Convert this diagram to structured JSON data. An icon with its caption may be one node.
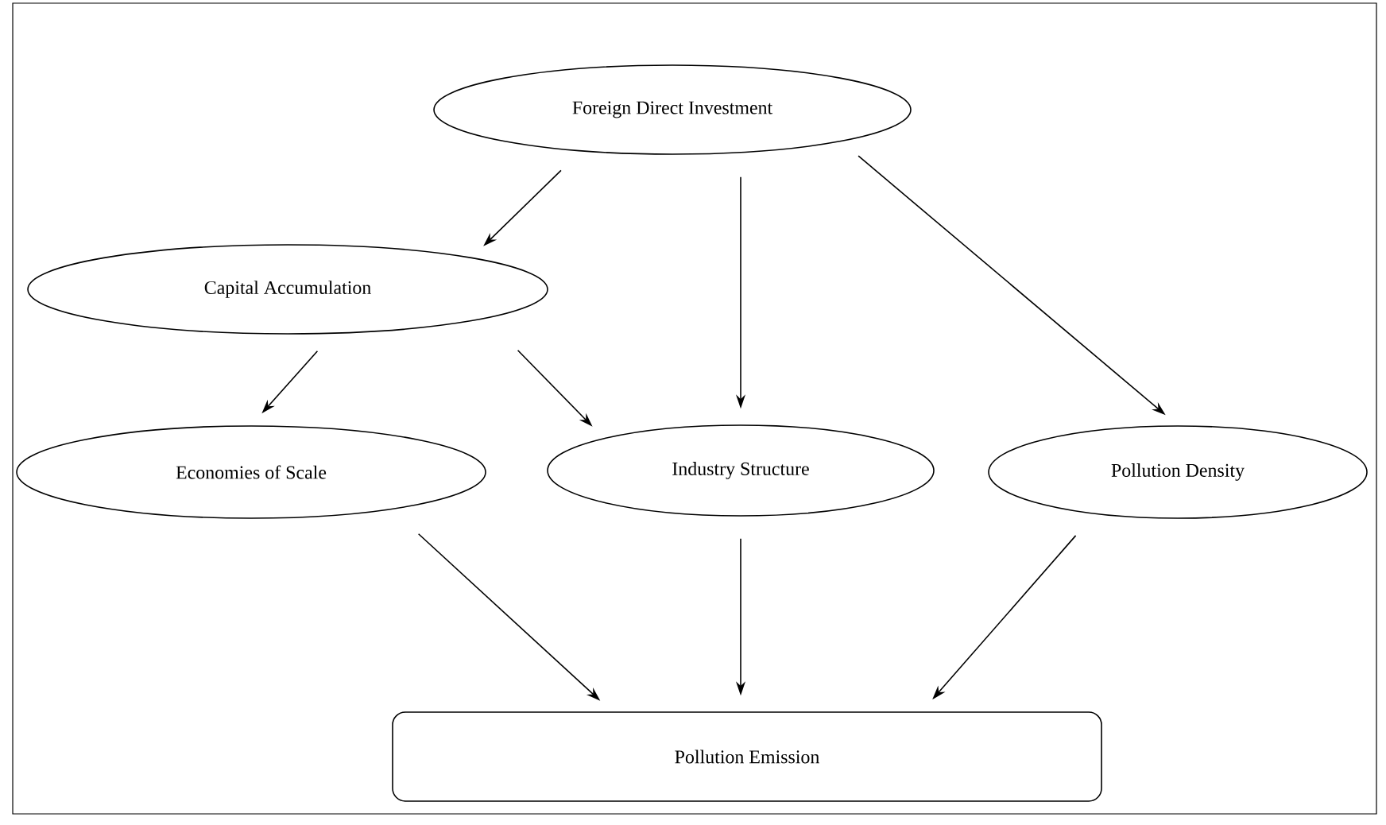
{
  "diagram": {
    "nodes": [
      {
        "text": [
          "Foreign Direct Investment"
        ]
      },
      {
        "text": [
          "Capital Accumulation"
        ]
      },
      {
        "text": [
          "Economies of Scale"
        ]
      },
      {
        "text": [
          "Industry Structure"
        ]
      },
      {
        "text": [
          "Pollution Density"
        ]
      },
      {
        "text": [
          "Pollution Emission"
        ]
      }
    ],
    "edges": [
      {
        "from": 0,
        "to": 1,
        "arrow": "to"
      },
      {
        "from": 0,
        "to": 3,
        "arrow": "to"
      },
      {
        "from": 0,
        "to": 4,
        "arrow": "to"
      },
      {
        "from": 1,
        "to": 2,
        "arrow": "to"
      },
      {
        "from": 1,
        "to": 3,
        "arrow": "to"
      },
      {
        "from": 2,
        "to": 5,
        "arrow": "to"
      },
      {
        "from": 3,
        "to": 5,
        "arrow": "to"
      },
      {
        "from": 4,
        "to": 5,
        "arrow": "to"
      }
    ]
  }
}
